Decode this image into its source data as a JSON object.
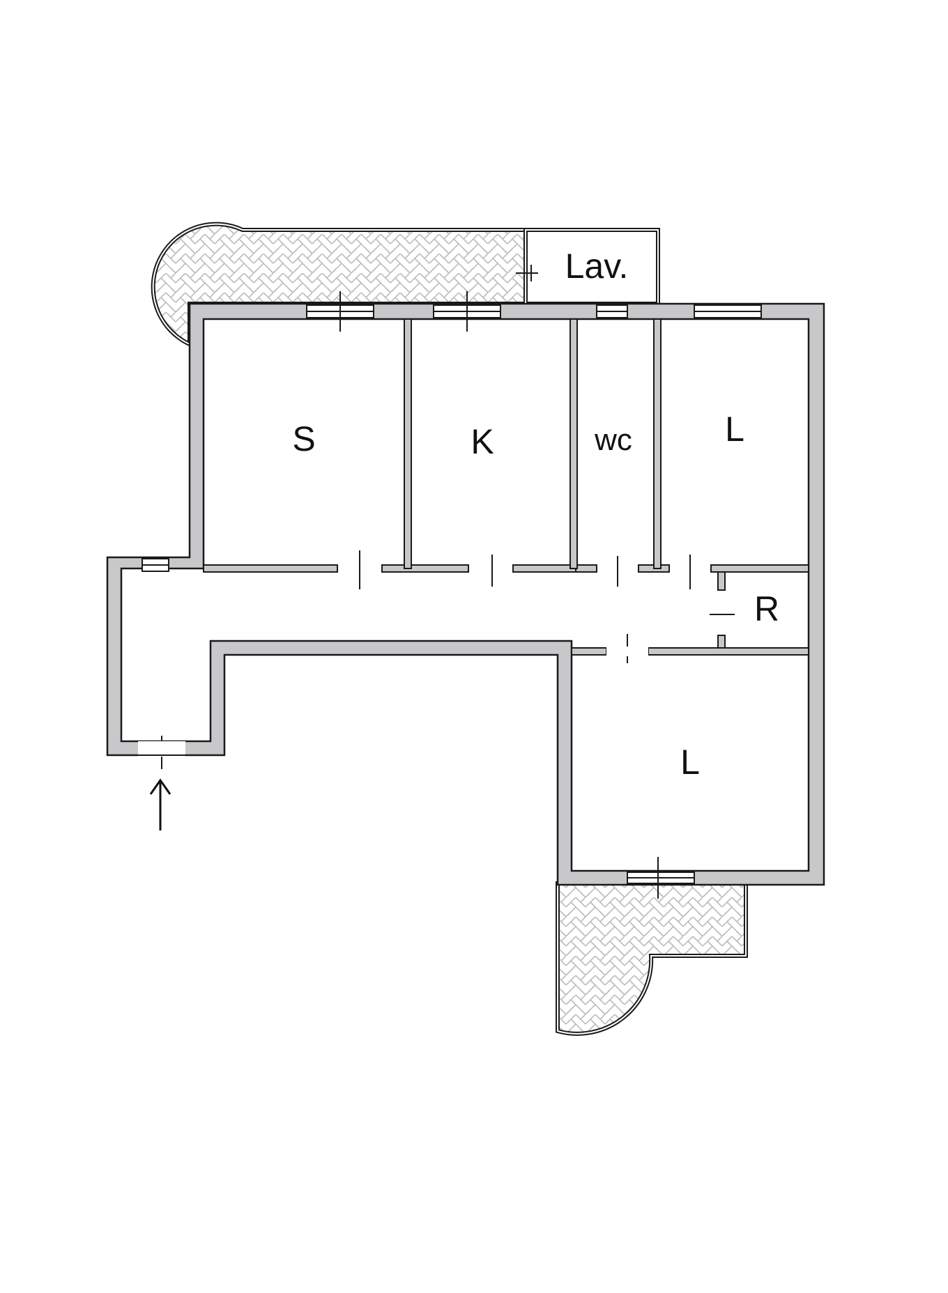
{
  "rooms": {
    "laundry": "Lav.",
    "s": "S",
    "k": "K",
    "wc": "wc",
    "l_upper": "L",
    "r": "R",
    "l_lower": "L"
  },
  "colors": {
    "wall_fill": "#c8c8ca",
    "wall_stroke": "#1a1a1a",
    "terrace_pattern": "#bdbdbd",
    "background": "#ffffff"
  },
  "icons": {
    "entrance": "arrow-up-icon"
  }
}
